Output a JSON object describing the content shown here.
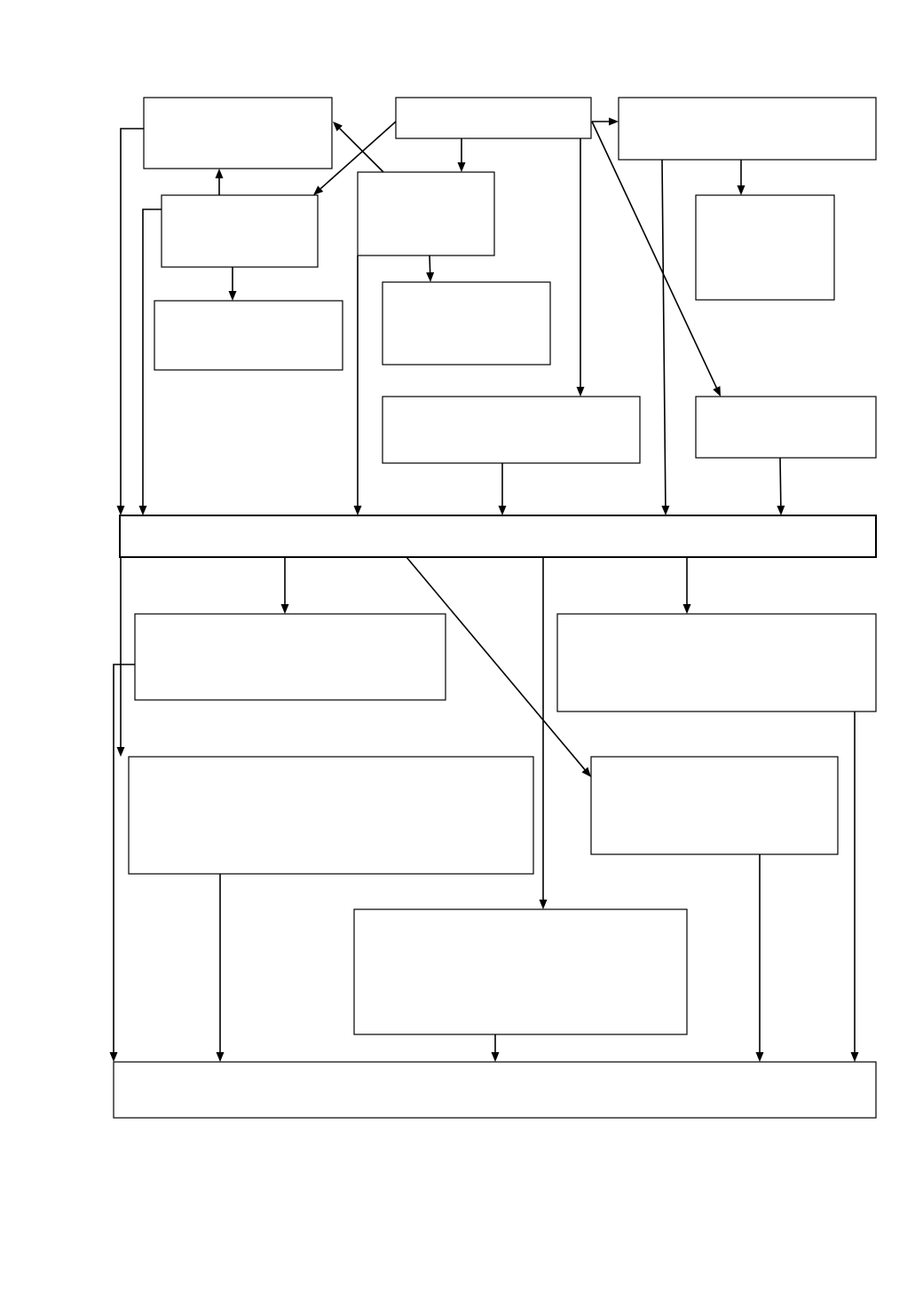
{
  "diagram": {
    "title": "",
    "line_color": "#000000",
    "box_fill": "#ffffff",
    "nodes": [
      {
        "id": "n1",
        "label": ""
      },
      {
        "id": "n2",
        "label": ""
      },
      {
        "id": "n3",
        "label": ""
      },
      {
        "id": "n4",
        "label": ""
      },
      {
        "id": "n5",
        "label": ""
      },
      {
        "id": "n6",
        "label": ""
      },
      {
        "id": "n7",
        "label": ""
      },
      {
        "id": "n8",
        "label": ""
      },
      {
        "id": "n9",
        "label": ""
      },
      {
        "id": "n10",
        "label": ""
      },
      {
        "id": "n11",
        "label": ""
      },
      {
        "id": "n12",
        "label": ""
      },
      {
        "id": "n13",
        "label": ""
      },
      {
        "id": "n14",
        "label": ""
      },
      {
        "id": "n15",
        "label": ""
      },
      {
        "id": "n16",
        "label": ""
      },
      {
        "id": "n17",
        "label": ""
      }
    ],
    "edges": [
      {
        "from": "n2",
        "to": "n1"
      },
      {
        "from": "n2",
        "to": "n4"
      },
      {
        "from": "n2",
        "to": "n5"
      },
      {
        "from": "n2",
        "to": "n3"
      },
      {
        "from": "n2",
        "to": "n9"
      },
      {
        "from": "n2",
        "to": "n10"
      },
      {
        "from": "n4",
        "to": "n1"
      },
      {
        "from": "n4",
        "to": "n6"
      },
      {
        "from": "n5",
        "to": "n7"
      },
      {
        "from": "n3",
        "to": "n8"
      },
      {
        "from": "n1",
        "to": "n11"
      },
      {
        "from": "n4",
        "to": "n11"
      },
      {
        "from": "n5",
        "to": "n11"
      },
      {
        "from": "n9",
        "to": "n11"
      },
      {
        "from": "n3",
        "to": "n11"
      },
      {
        "from": "n10",
        "to": "n11"
      },
      {
        "from": "n11",
        "to": "n12"
      },
      {
        "from": "n11",
        "to": "n13"
      },
      {
        "from": "n11",
        "to": "n14"
      },
      {
        "from": "n11",
        "to": "n15"
      },
      {
        "from": "n11",
        "to": "n16"
      },
      {
        "from": "n12",
        "to": "n17"
      },
      {
        "from": "n14",
        "to": "n17"
      },
      {
        "from": "n16",
        "to": "n17"
      },
      {
        "from": "n15",
        "to": "n17"
      },
      {
        "from": "n13",
        "to": "n17"
      }
    ]
  }
}
